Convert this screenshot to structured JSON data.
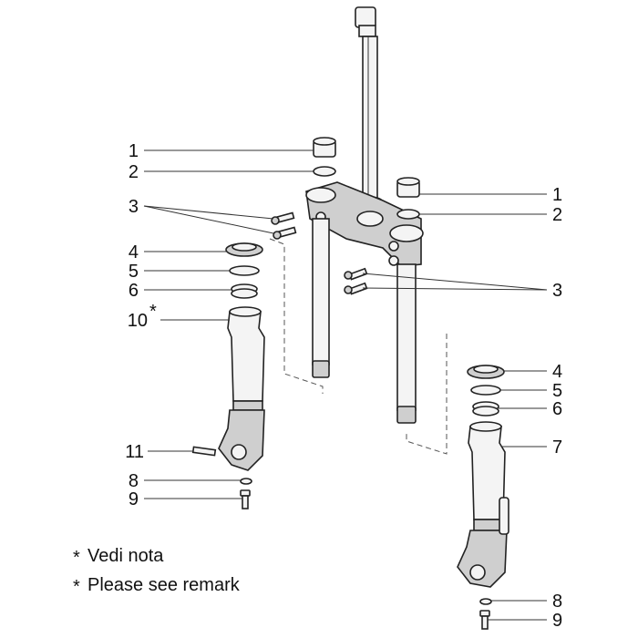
{
  "callouts": {
    "c1a": "1",
    "c2a": "2",
    "c3a": "3",
    "c4a": "4",
    "c5a": "5",
    "c6a": "6",
    "c10": "10",
    "c10star": "*",
    "c11": "11",
    "c8a": "8",
    "c9a": "9",
    "c1b": "1",
    "c2b": "2",
    "c3b": "3",
    "c4b": "4",
    "c5b": "5",
    "c6b": "6",
    "c7": "7",
    "c8b": "8",
    "c9b": "9"
  },
  "notes": {
    "star": "*",
    "italian": "Vedi nota",
    "english": "Please see remark"
  }
}
